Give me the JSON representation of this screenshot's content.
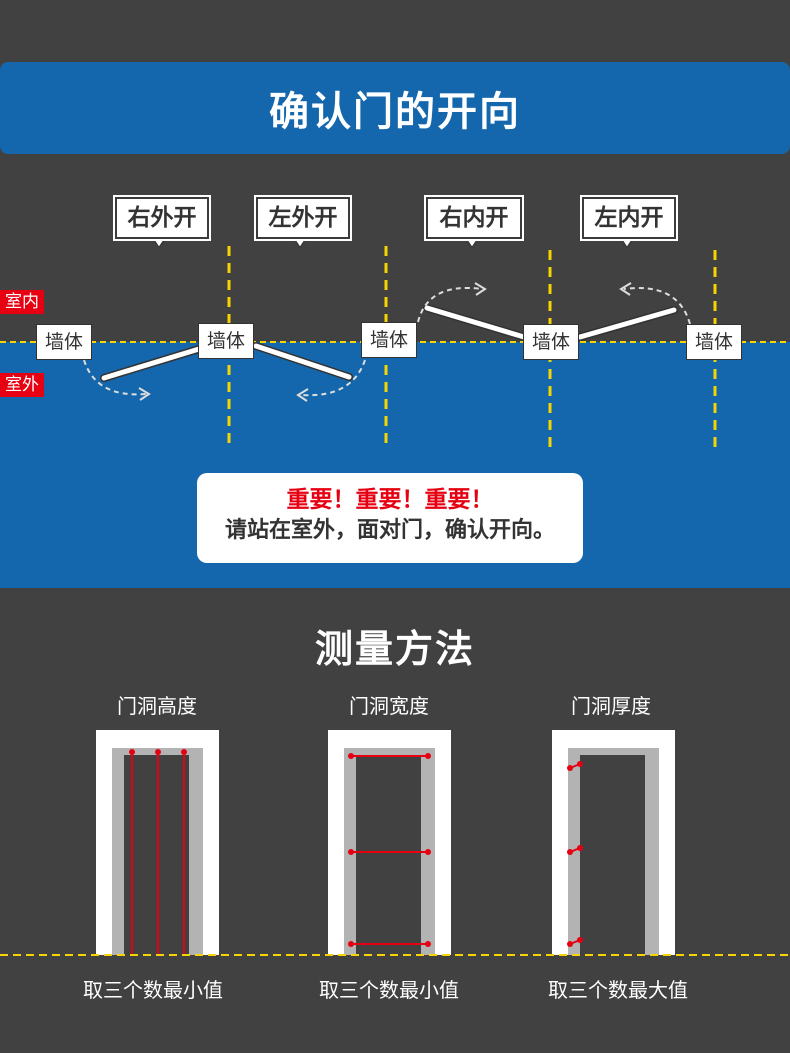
{
  "section1": {
    "title": "确认门的开向",
    "callouts": [
      "右外开",
      "左外开",
      "右内开",
      "左内开"
    ],
    "wall_label": "墙体",
    "indoor": "室内",
    "outdoor": "室外",
    "notice_line1": "重要！重要！重要！",
    "notice_line2": "请站在室外，面对门，确认开向。"
  },
  "section2": {
    "title": "测量方法",
    "doors": [
      {
        "label": "门洞高度",
        "note": "取三个数最小值"
      },
      {
        "label": "门洞宽度",
        "note": "取三个数最小值"
      },
      {
        "label": "门洞厚度",
        "note": "取三个数最大值"
      }
    ]
  },
  "colors": {
    "blue": "#1467ac",
    "background": "#414141",
    "red": "#e60012",
    "yellow": "#f5d400"
  }
}
